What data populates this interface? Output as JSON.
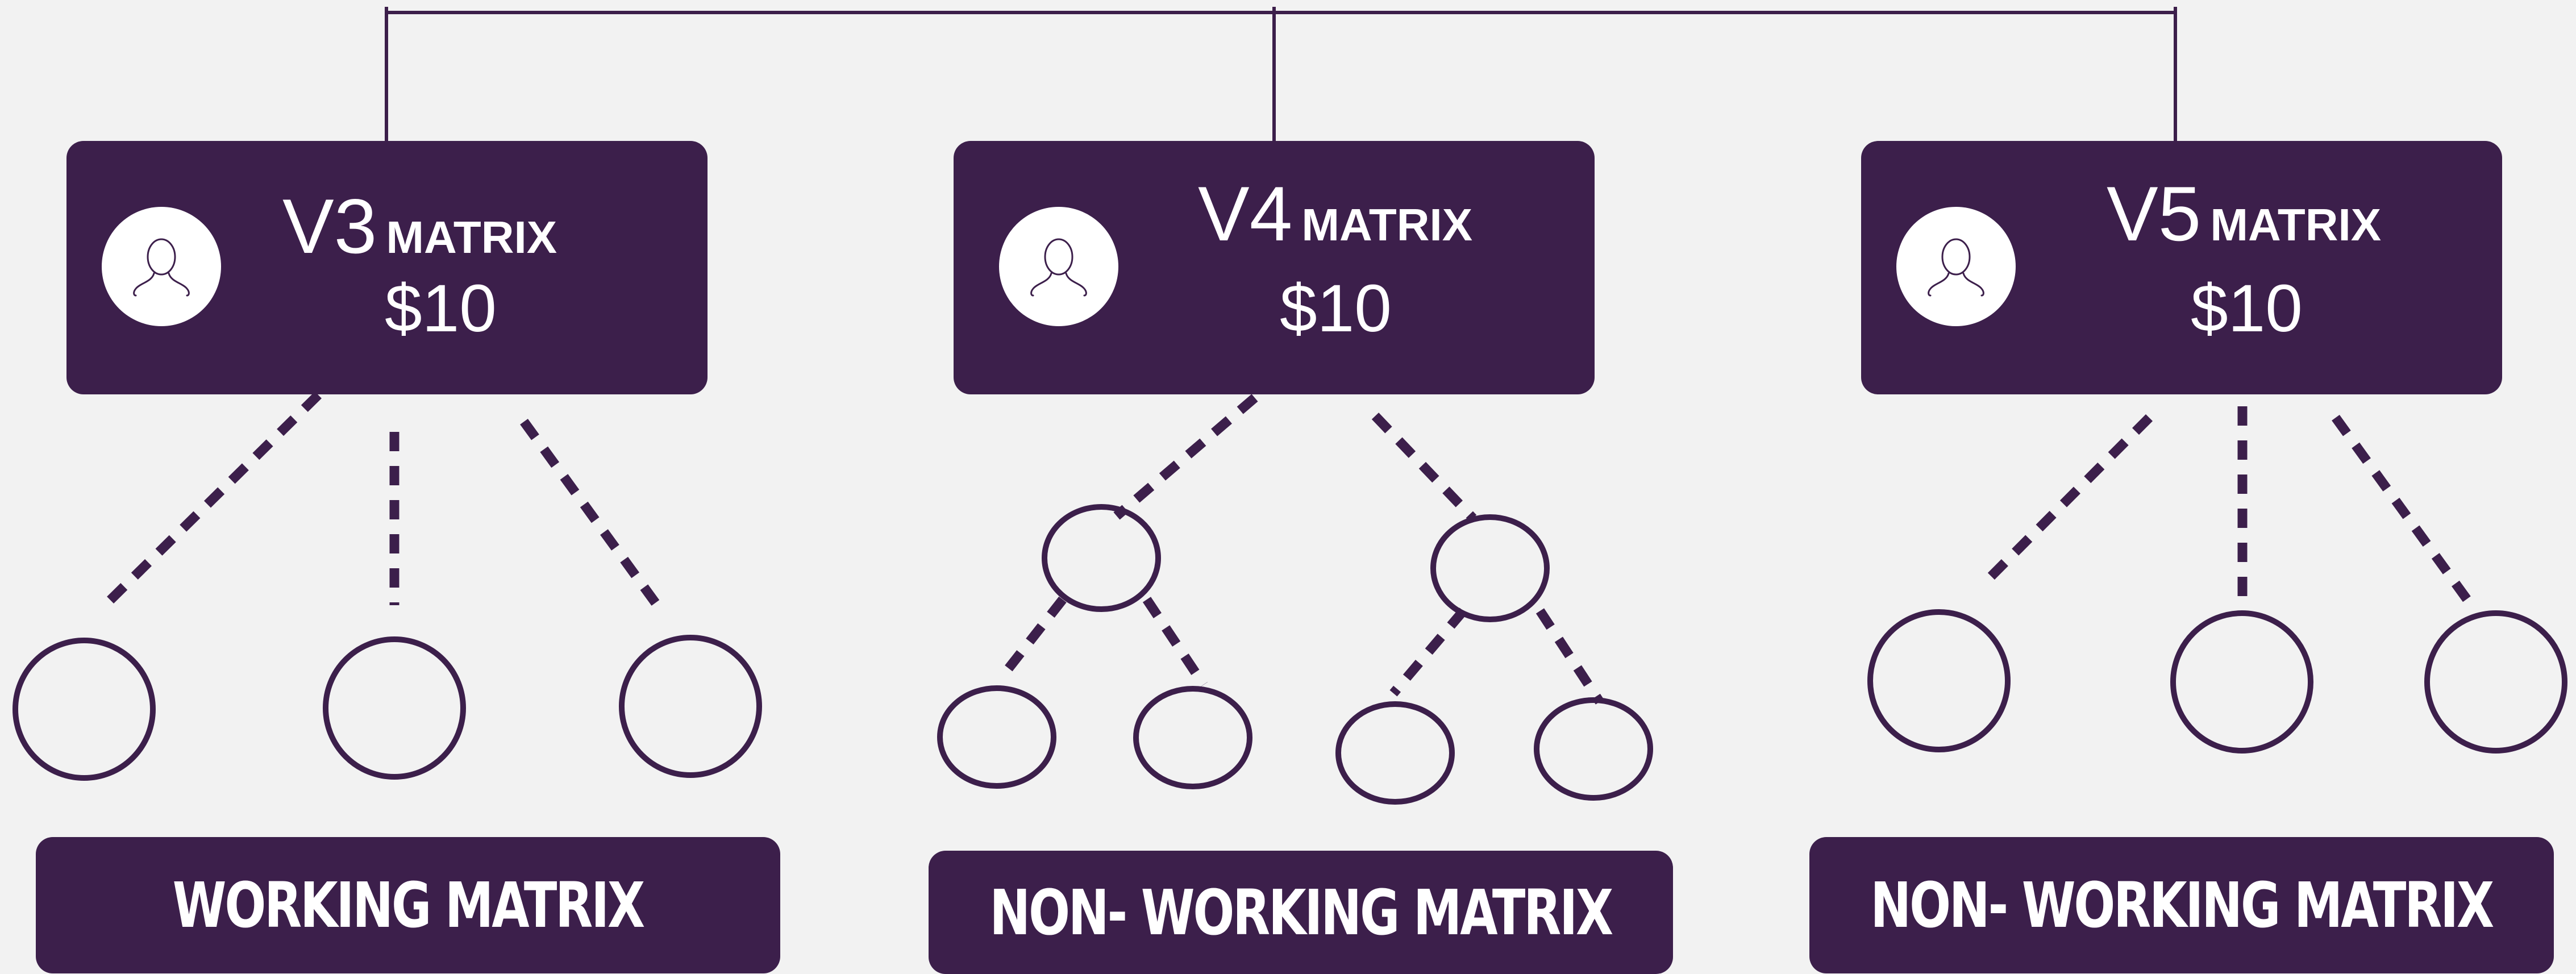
{
  "colors": {
    "primary": "#3c1f4b",
    "background": "#f2f2f2",
    "text_on_primary": "#ffffff"
  },
  "matrices": [
    {
      "version": "V3",
      "matrix_label": "MATRIX",
      "price": "$10",
      "icon": "user-icon",
      "status": "WORKING MATRIX",
      "structure": "three-children"
    },
    {
      "version": "V4",
      "matrix_label": "MATRIX",
      "price": "$10",
      "icon": "user-icon",
      "status": "NON- WORKING MATRIX",
      "structure": "binary-two-level"
    },
    {
      "version": "V5",
      "matrix_label": "MATRIX",
      "price": "$10",
      "icon": "user-icon",
      "status": "NON- WORKING MATRIX",
      "structure": "three-children"
    }
  ]
}
